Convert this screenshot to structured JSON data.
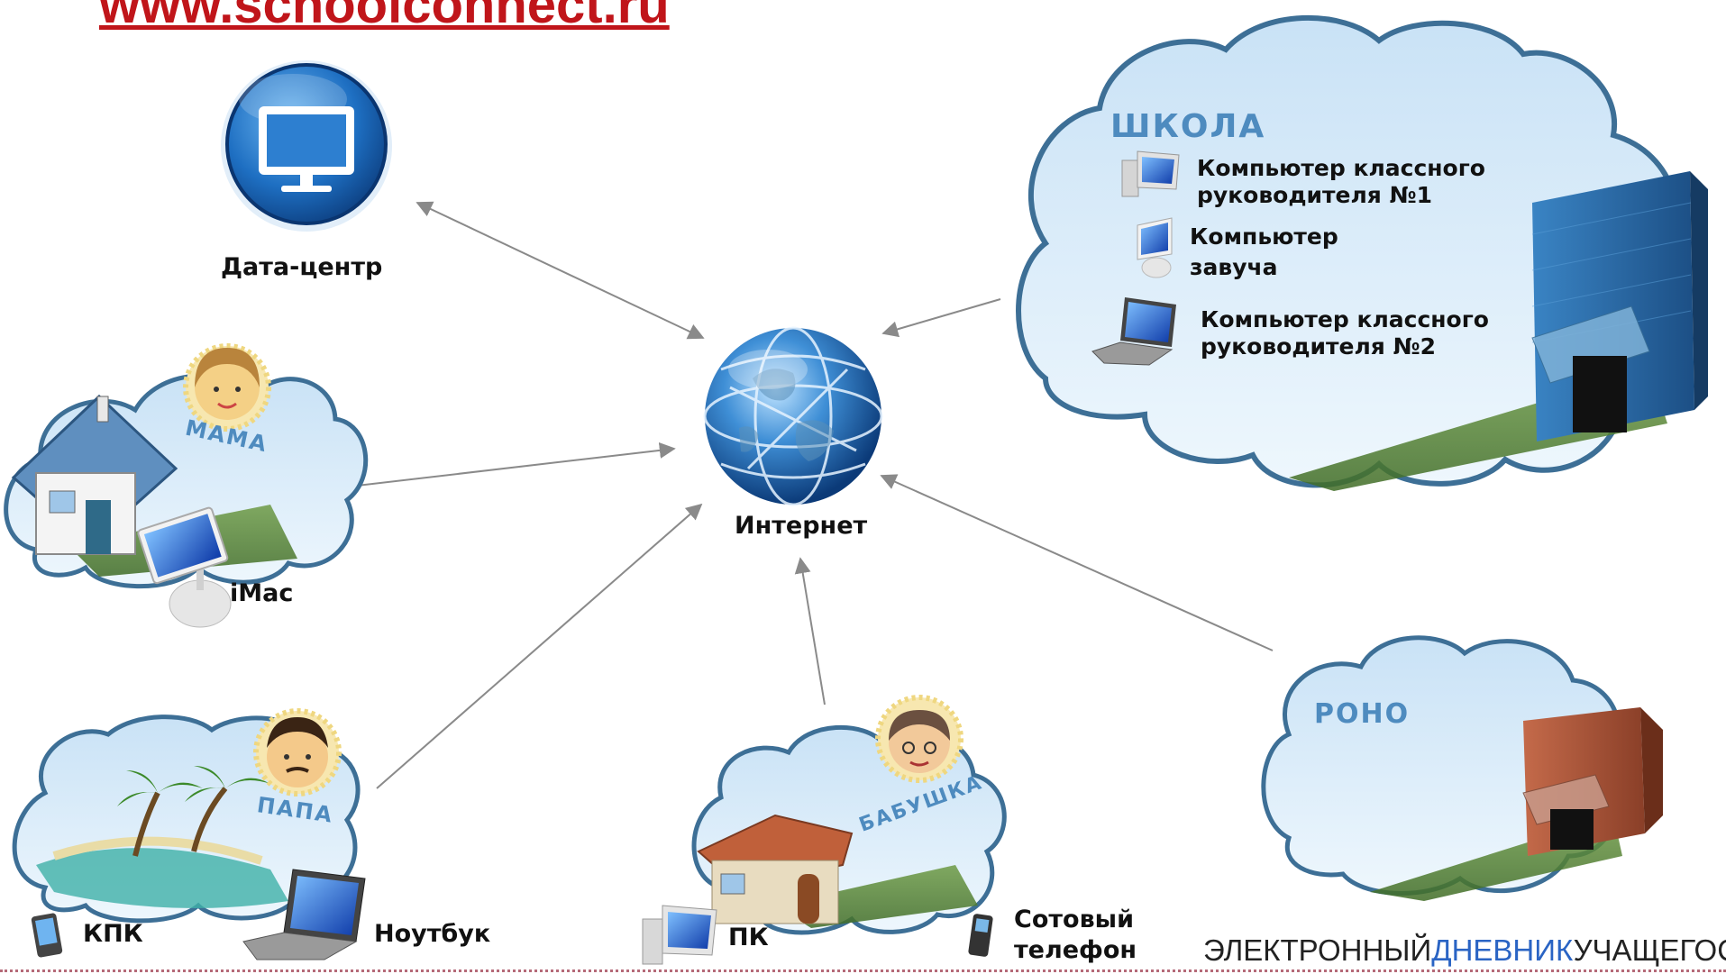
{
  "header": {
    "url": "www.schoolconnect.ru"
  },
  "center": {
    "label": "Интернет"
  },
  "datacenter": {
    "label": "Дата-центр"
  },
  "mama": {
    "title": "МАМА",
    "device": "iMac"
  },
  "papa": {
    "title": "ПАПА",
    "device1": "КПК",
    "device2": "Ноутбук"
  },
  "babushka": {
    "title": "БАБУШКА",
    "device1": "ПК",
    "device2_line1": "Сотовый",
    "device2_line2": "телефон"
  },
  "school": {
    "title": "ШКОЛА",
    "items": [
      {
        "line1": "Компьютер классного",
        "line2": "руководителя №1"
      },
      {
        "line1": "Компьютер",
        "line2": "завуча"
      },
      {
        "line1": "Компьютер классного",
        "line2": "руководителя №2"
      }
    ]
  },
  "rono": {
    "title": "РОНО"
  },
  "footer": {
    "brand_part1": "ЭЛЕКТРОННЫЙ",
    "brand_part2": "ДНЕВНИК",
    "brand_part3": "УЧАЩЕГОСЯ"
  },
  "colors": {
    "url": "#c0151a",
    "cloud_fill": "#d9ecfa",
    "cloud_stroke": "#3d6f96",
    "brand_highlight": "#2a64c4"
  }
}
